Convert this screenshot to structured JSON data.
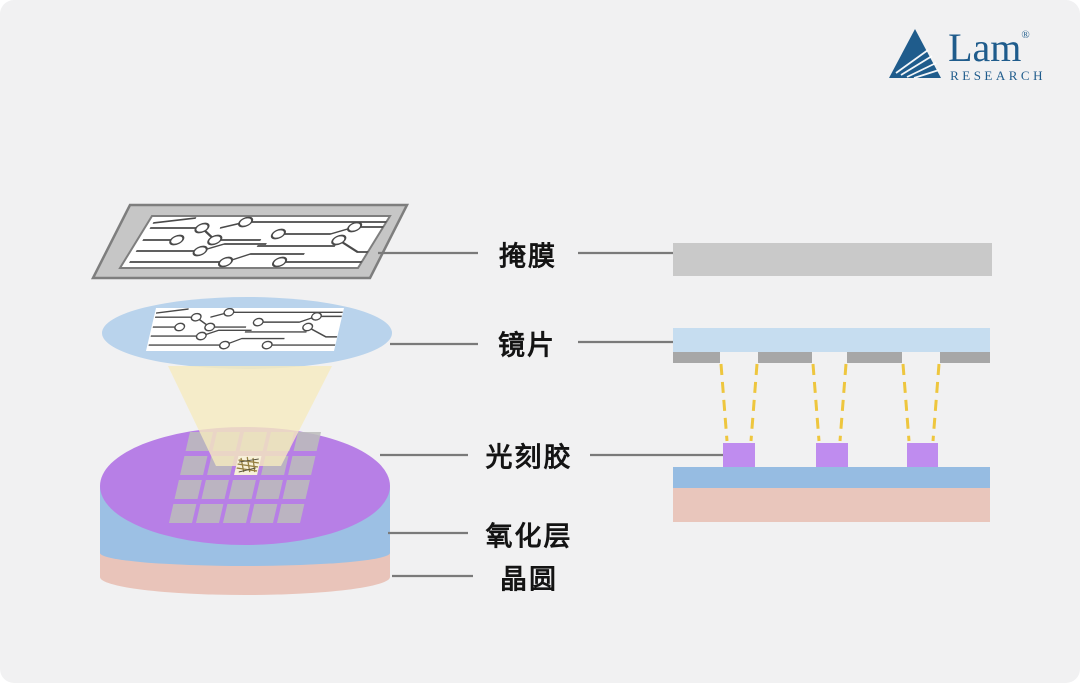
{
  "page": {
    "background": "#f1f1f2"
  },
  "logo": {
    "brand": "Lam",
    "registered": "®",
    "subtitle": "RESEARCH",
    "color": "#1f5c8c",
    "triangle_icon": "mountain-triangle"
  },
  "labels": {
    "mask": "掩膜",
    "lens": "镜片",
    "photoresist": "光刻胶",
    "oxide": "氧化层",
    "wafer": "晶圆"
  },
  "colors": {
    "background": "#f1f1f2",
    "mask_frame_gray": "#c6c6c6",
    "mask_outline_gray": "#7e7e7e",
    "lens_blue": "#b9d3ec",
    "light_cone_yellow": "#f6ebbe",
    "photoresist_purple": "#b77fe6",
    "resist_block_purple": "#bf8cef",
    "oxide_blue": "#9cc0e4",
    "wafer_pink": "#e9c4ba",
    "cross_section_mask_gray": "#c9c9c9",
    "cross_section_lens_blue": "#c6ddf0",
    "mask_pattern_strip_gray": "#a7a7a7",
    "uv_ray_yellow": "#eec63e",
    "connector_line_gray": "#7a7a7a",
    "die_gray": "#bcbcbc"
  }
}
